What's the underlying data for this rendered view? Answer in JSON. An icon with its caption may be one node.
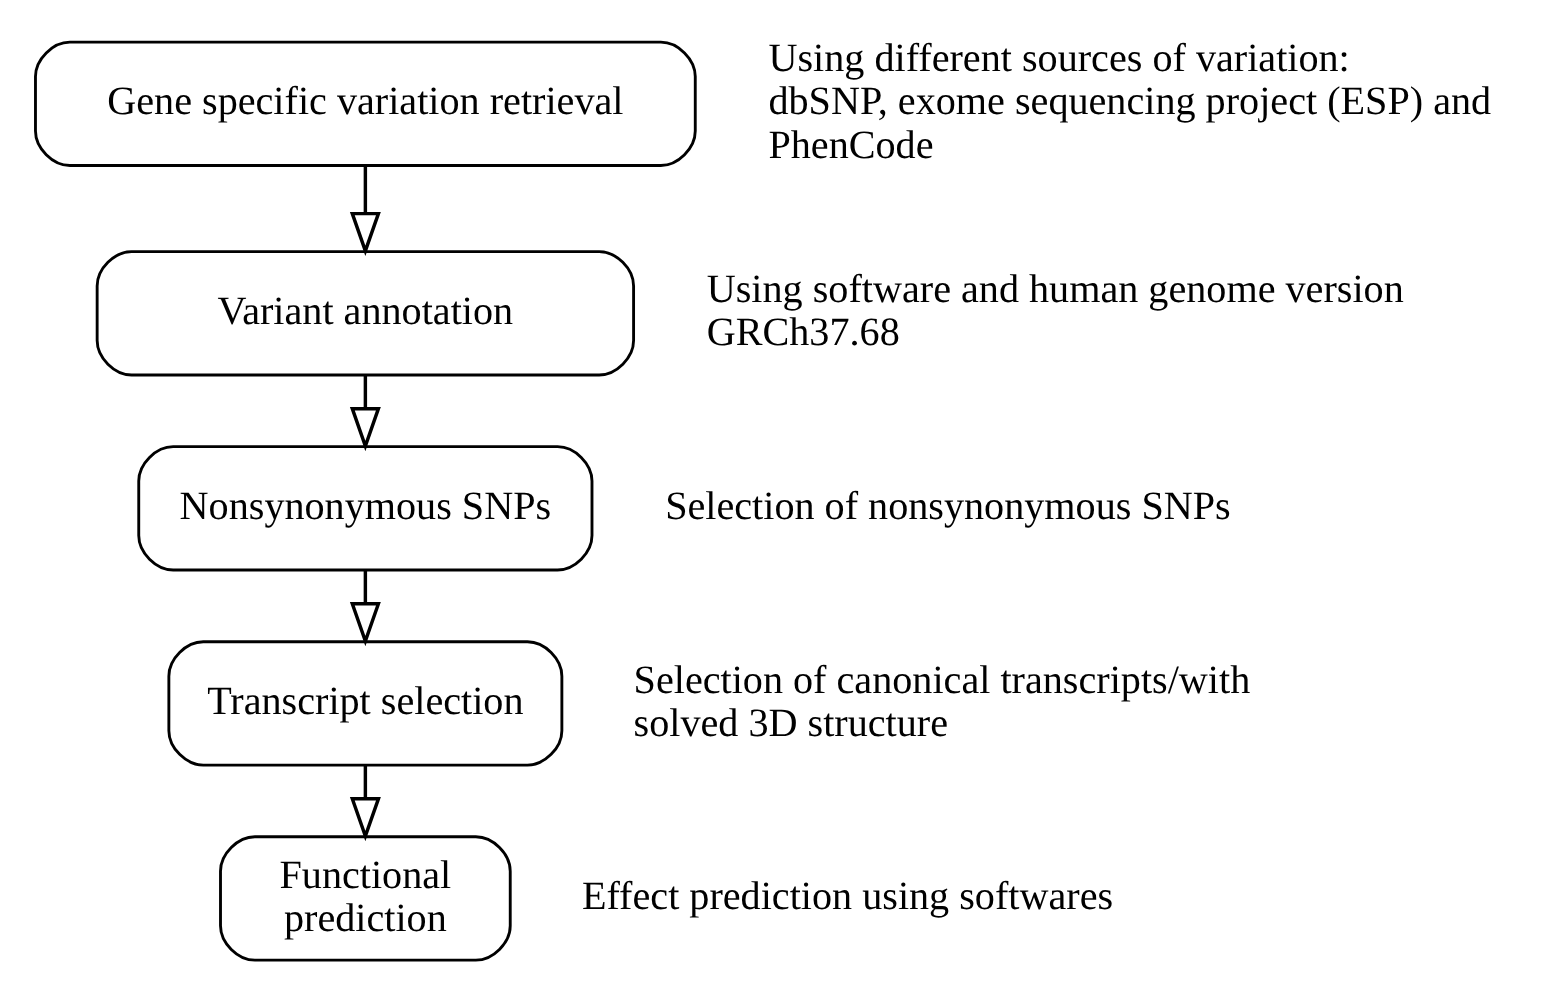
{
  "diagram": {
    "nodes": [
      {
        "text": [
          "Gene specific variation retrieval"
        ],
        "beside": [
          "Using different sources of variation: dbSNP, exome sequencing project (ESP) and PhenCode"
        ]
      },
      {
        "text": [
          "Variant annotation"
        ],
        "beside": [
          "Using software and human genome version GRCh37.68"
        ]
      },
      {
        "text": [
          "Nonsynonymous SNPs"
        ],
        "beside": [
          "Selection of nonsynonymous SNPs"
        ]
      },
      {
        "text": [
          "Transcript selection"
        ],
        "beside": [
          "Selection of canonical transcripts/with solved 3D structure"
        ]
      },
      {
        "text": [
          "Functional prediction"
        ],
        "beside": [
          "Effect prediction using softwares"
        ]
      }
    ],
    "edges": [
      {
        "from": 0,
        "to": 1,
        "arrow": "to"
      },
      {
        "from": 1,
        "to": 2,
        "arrow": "to"
      },
      {
        "from": 2,
        "to": 3,
        "arrow": "to"
      },
      {
        "from": 3,
        "to": 4,
        "arrow": "to"
      }
    ]
  }
}
